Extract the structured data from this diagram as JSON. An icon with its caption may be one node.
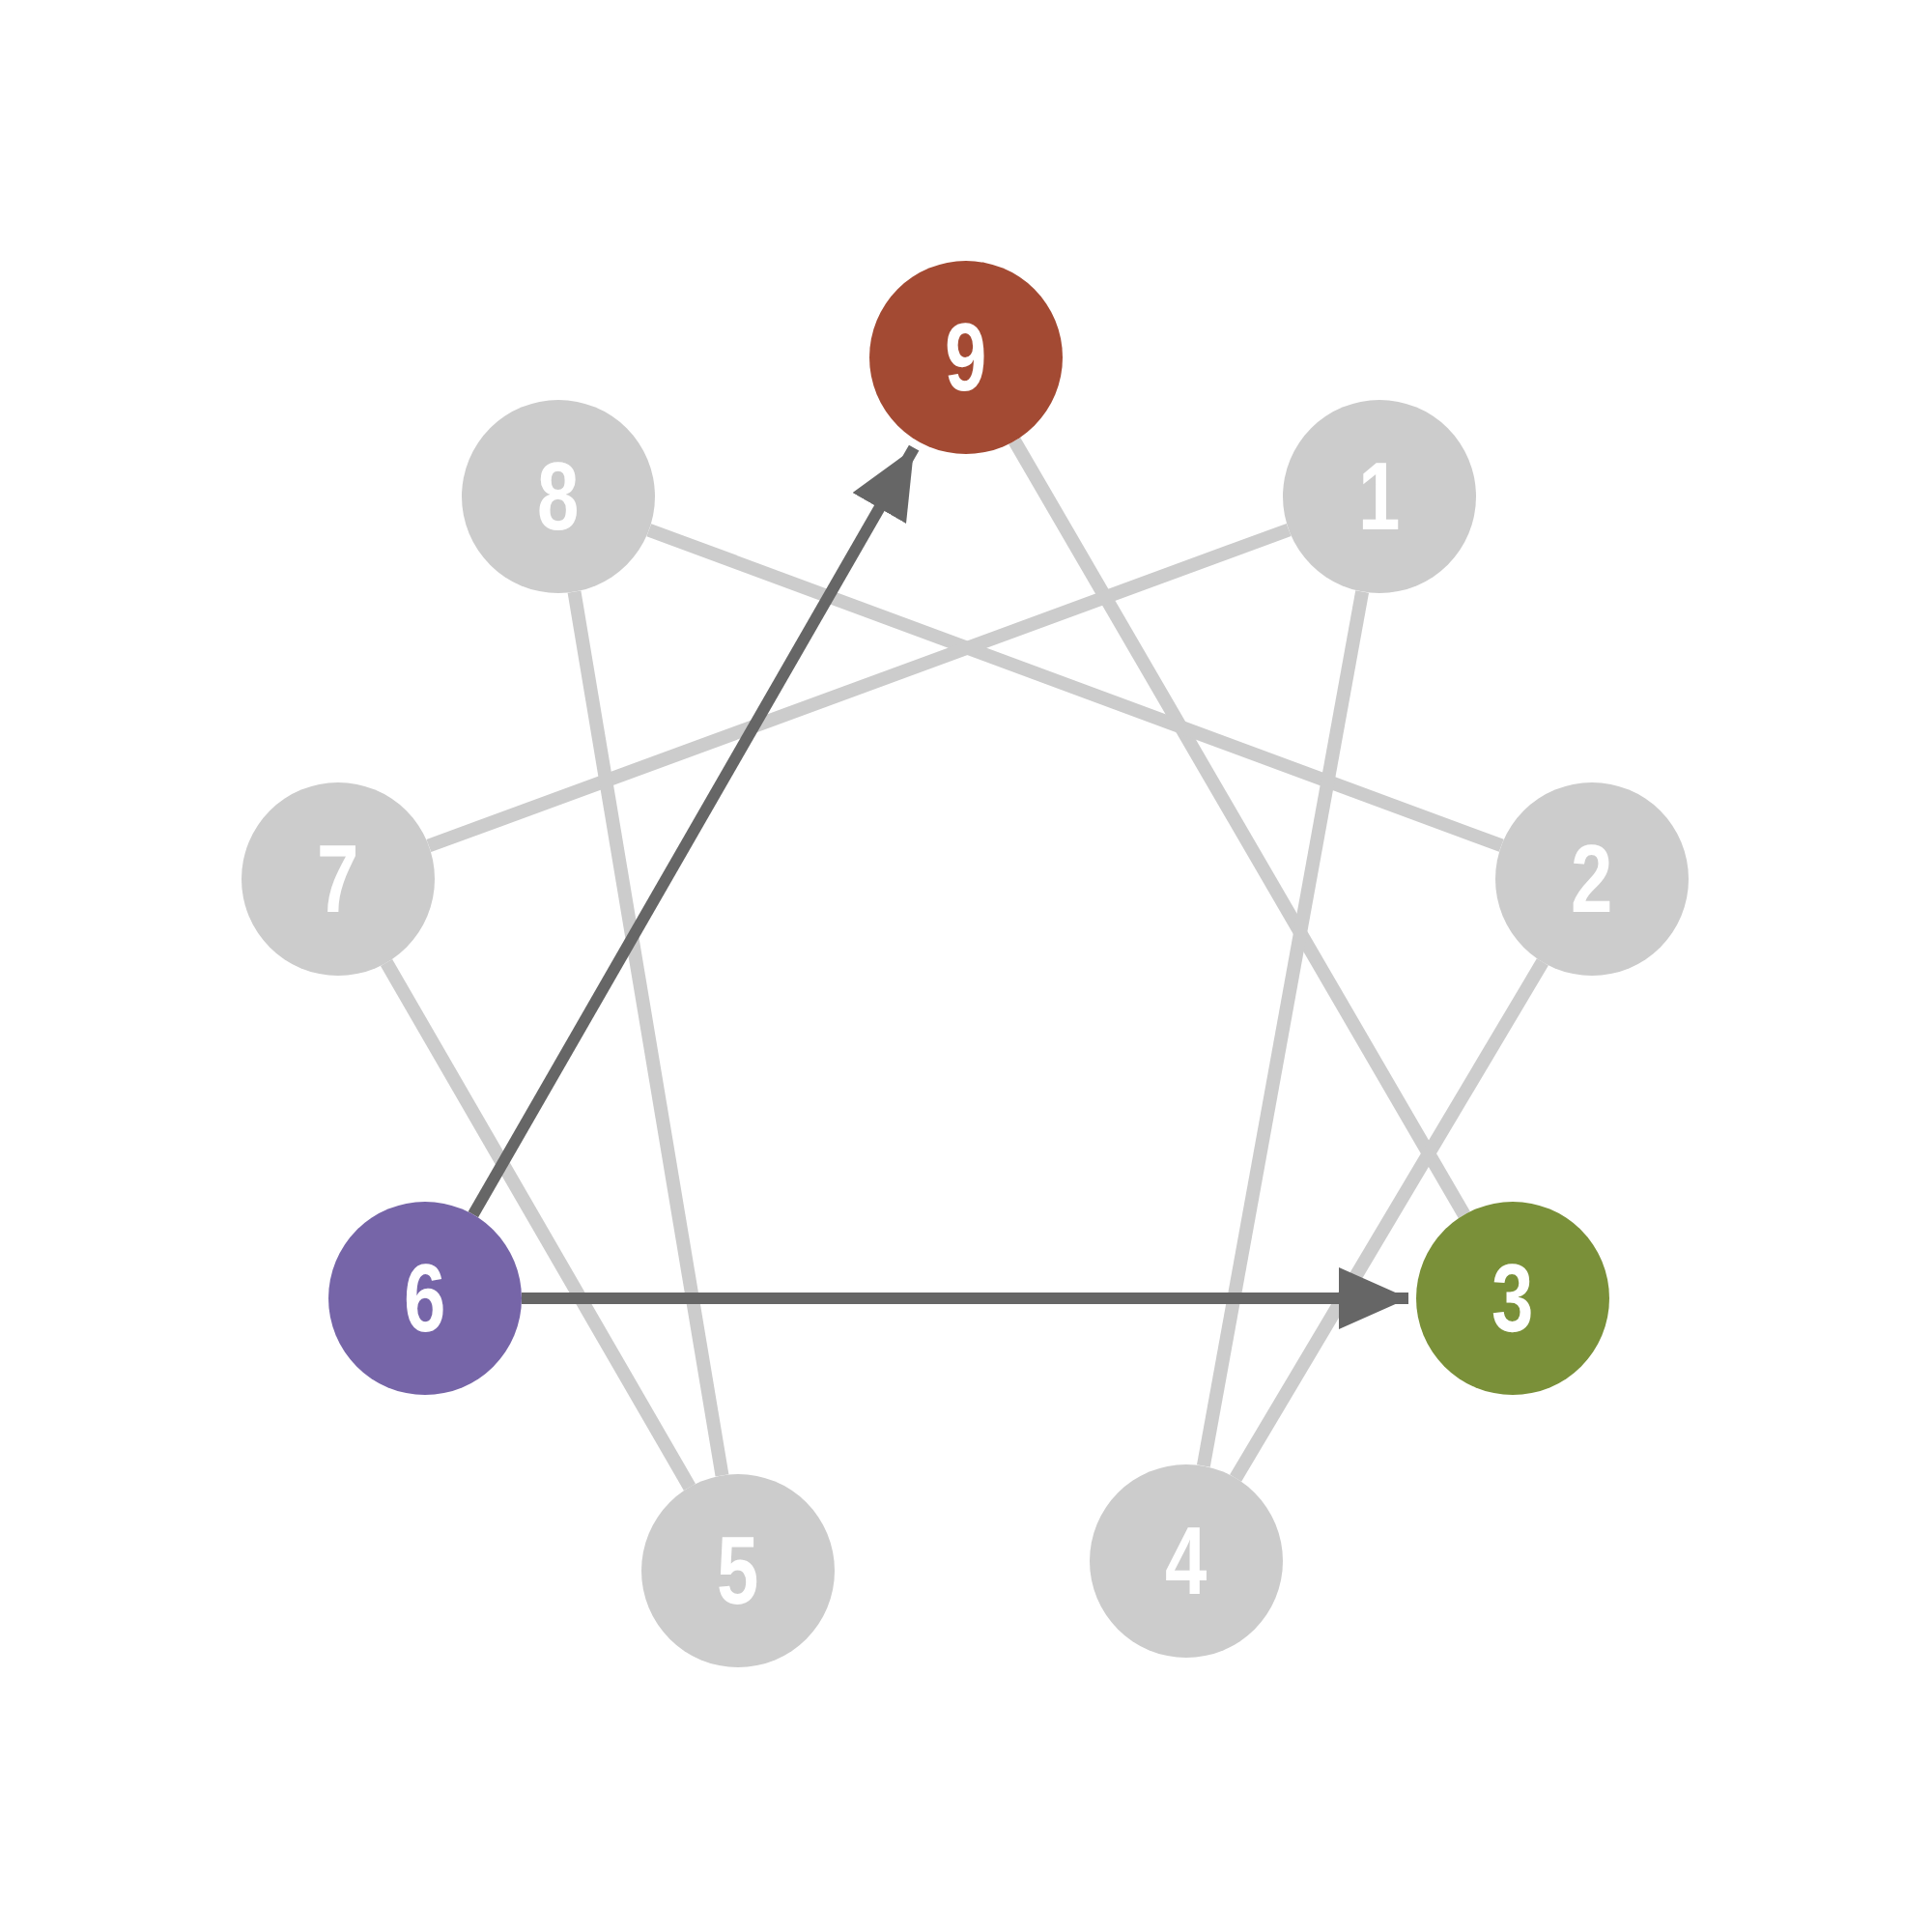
{
  "diagram": {
    "nodes": [
      {
        "text": [
          "9"
        ]
      },
      {
        "text": [
          "8"
        ]
      },
      {
        "text": [
          "1"
        ]
      },
      {
        "text": [
          "7"
        ]
      },
      {
        "text": [
          "2"
        ]
      },
      {
        "text": [
          "6"
        ]
      },
      {
        "text": [
          "3"
        ]
      },
      {
        "text": [
          "5"
        ]
      },
      {
        "text": [
          "4"
        ]
      }
    ],
    "edges": [
      {
        "from": 0,
        "to": 6,
        "arrow": "none"
      },
      {
        "from": 1,
        "to": 4,
        "arrow": "none"
      },
      {
        "from": 2,
        "to": 3,
        "arrow": "none"
      },
      {
        "from": 2,
        "to": 8,
        "arrow": "none"
      },
      {
        "from": 4,
        "to": 8,
        "arrow": "none"
      },
      {
        "from": 1,
        "to": 7,
        "arrow": "none"
      },
      {
        "from": 3,
        "to": 7,
        "arrow": "none"
      },
      {
        "from": 5,
        "to": 0,
        "arrow": "to",
        "color": "#666666"
      },
      {
        "from": 5,
        "to": 6,
        "arrow": "to",
        "color": "#666666"
      }
    ]
  }
}
